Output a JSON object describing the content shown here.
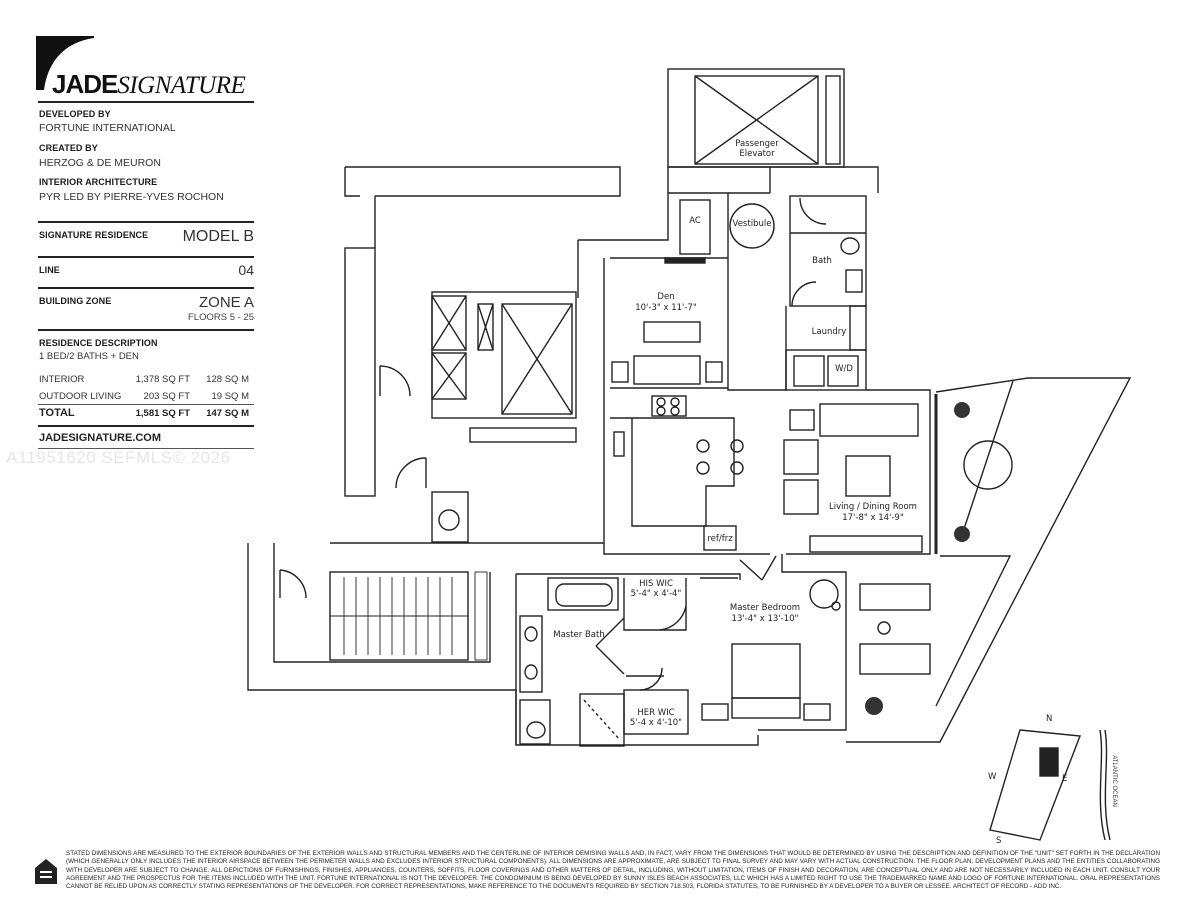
{
  "brand": {
    "name_bold": "JADE",
    "name_italic": "SIGNATURE"
  },
  "credits": [
    {
      "label": "DEVELOPED BY",
      "value": "FORTUNE INTERNATIONAL"
    },
    {
      "label": "CREATED BY",
      "value": "HERZOG & DE MEURON"
    },
    {
      "label": "INTERIOR ARCHITECTURE",
      "value": "PYR LED BY PIERRE-YVES ROCHON"
    }
  ],
  "specs": {
    "residence_label": "SIGNATURE RESIDENCE",
    "residence_value": "MODEL B",
    "line_label": "LINE",
    "line_value": "04",
    "zone_label": "BUILDING ZONE",
    "zone_value": "ZONE A",
    "floors_value": "FLOORS 5 - 25"
  },
  "description": {
    "label": "RESIDENCE DESCRIPTION",
    "value": "1 BED/2 BATHS + DEN",
    "rows": [
      {
        "name": "INTERIOR",
        "sqft": "1,378 SQ FT",
        "sqm": "128 SQ M"
      },
      {
        "name": "OUTDOOR LIVING",
        "sqft": "203 SQ FT",
        "sqm": "19 SQ M"
      }
    ],
    "total": {
      "name": "TOTAL",
      "sqft": "1,581 SQ FT",
      "sqm": "147 SQ M"
    }
  },
  "website": "JADESIGNATURE.COM",
  "watermark": "A11951620  SEFMLS© 2026",
  "rooms": {
    "elevator_1": "Passenger",
    "elevator_2": "Elevator",
    "ac": "AC",
    "vestibule": "Vestibule",
    "bath": "Bath",
    "laundry": "Laundry",
    "wd": "W/D",
    "den_name": "Den",
    "den_dim": "10'-3\" x 11'-7\"",
    "reffrz": "ref/frz",
    "living_name": "Living / Dining Room",
    "living_dim": "17'-8\" x 14'-9\"",
    "his_wic_name": "HIS WIC",
    "his_wic_dim": "5'-4\" x 4'-4\"",
    "master_bedroom_name": "Master Bedroom",
    "master_bedroom_dim": "13'-4\" x 13'-10\"",
    "master_bath": "Master Bath",
    "her_wic_name": "HER WIC",
    "her_wic_dim": "5'-4 x 4'-10\""
  },
  "compass": {
    "n": "N",
    "s": "S",
    "e": "E",
    "w": "W",
    "ocean": "ATLANTIC OCEAN"
  },
  "icons": {
    "equal_housing": "equal-housing-icon"
  },
  "disclaimer": "Stated dimensions are measured to the exterior boundaries of the exterior walls and structural members and the centerline of interior demising walls and, in fact, vary from the dimensions that would be determined by using the description and definition of the \"unit\" set forth in the declaration (which generally only includes the interior airspace between the perimeter walls and excludes interior structural components). All dimensions are approximate, are subject to final survey and may vary with actual construction. The floor plan, development plans and the entities collaborating with developer are subject to change. All depictions of furnishings, finishes, appliances, counters, soffits, floor coverings and other matters of detail, including, without limitation, items of finish and decoration, are conceptual only and are not necessarily included in each unit. Consult your agreement and the prospectus for the items included with the unit. Fortune International is not the developer. The condominium is being developed by Sunny Isles Beach Associates, LLC which has a limited right to use the trademarked name and logo of Fortune International. Oral representations cannot be relied upon as correctly stating representations of the developer. For correct representations, make reference to the documents required by section 718.503, Florida Statutes, to be furnished by a developer to a buyer or lessee. Architect of record - ADD Inc."
}
